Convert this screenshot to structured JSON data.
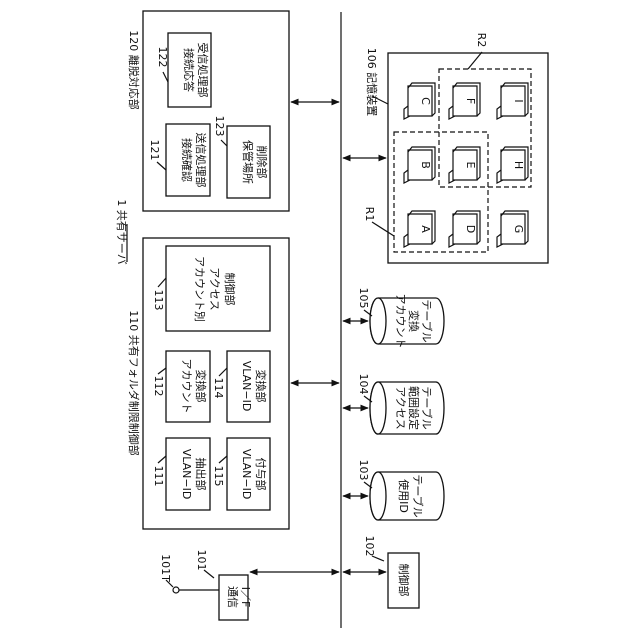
{
  "server": {
    "label": "1 共有サーバ"
  },
  "folder_control": {
    "label": "110 共有フォルダ制限制御部",
    "units": {
      "u111": {
        "ref": "111",
        "line1": "VLAN−ID",
        "line2": "抽出部"
      },
      "u112": {
        "ref": "112",
        "line1": "アカウント",
        "line2": "変換部"
      },
      "u113": {
        "ref": "113",
        "line1": "アカウント別",
        "line2": "アクセス",
        "line3": "制御部"
      },
      "u114": {
        "ref": "114",
        "line1": "VLAN−ID",
        "line2": "変換部"
      },
      "u115": {
        "ref": "115",
        "line1": "VLAN−ID",
        "line2": "付与部"
      }
    }
  },
  "departure": {
    "label": "120 離脱対応部",
    "units": {
      "u121": {
        "ref": "121",
        "line1": "接続確認",
        "line2": "送信処理部"
      },
      "u122": {
        "ref": "122",
        "line1": "接続応答",
        "line2": "受信処理部"
      },
      "u123": {
        "ref": "123",
        "line1": "保管場所",
        "line2": "削除部"
      }
    }
  },
  "storage": {
    "label": "106 記憶装置",
    "region1": "R1",
    "region2": "R2",
    "folders": [
      "A",
      "B",
      "C",
      "D",
      "E",
      "F",
      "G",
      "H",
      "I"
    ]
  },
  "comm_if": {
    "ref": "101",
    "terminal": "101T",
    "line1": "通信",
    "line2": "I／F"
  },
  "control": {
    "ref": "102",
    "label": "制御部"
  },
  "tables": {
    "t103": {
      "ref": "103",
      "line1": "使用ID",
      "line2": "テーブル"
    },
    "t104": {
      "ref": "104",
      "line1": "アクセス",
      "line2": "範囲設定",
      "line3": "テーブル"
    },
    "t105": {
      "ref": "105",
      "line1": "アカウント",
      "line2": "変換",
      "line3": "テーブル"
    }
  }
}
